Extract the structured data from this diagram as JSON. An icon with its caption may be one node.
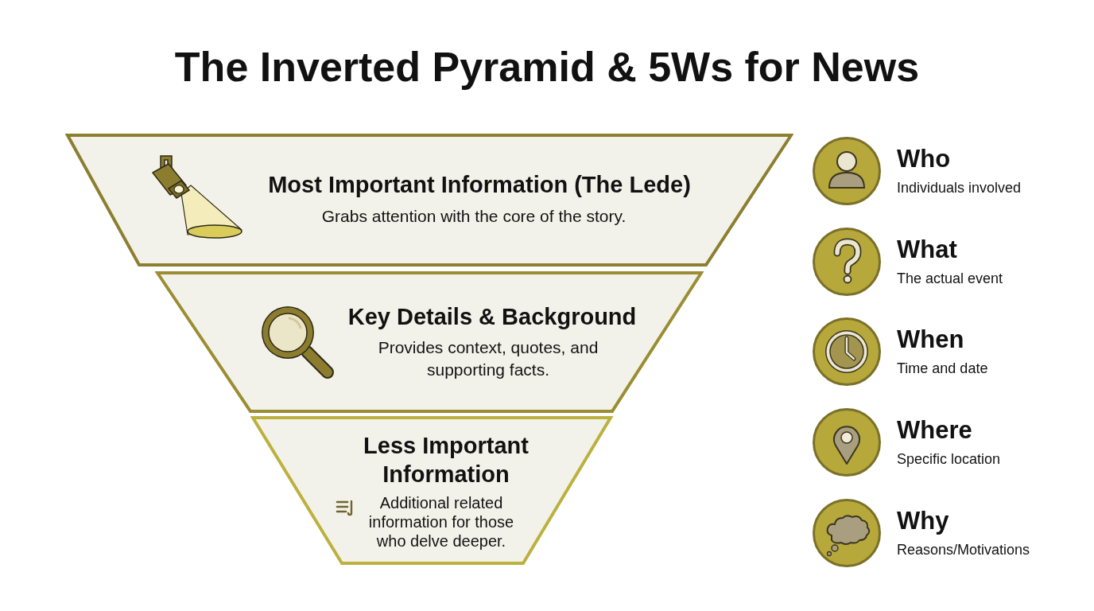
{
  "diagram": {
    "title": "The Inverted Pyramid & 5Ws for News",
    "nodes": [
      {
        "text": [
          "Most Important Information (The Lede)",
          "Grabs attention with the core of the story."
        ]
      },
      {
        "text": [
          "Key Details & Background",
          "Provides context, quotes, and supporting facts."
        ]
      },
      {
        "text": [
          "Less Important Information",
          "Additional related information for those who delve deeper."
        ]
      },
      {
        "text": [
          "Who",
          "Individuals involved"
        ]
      },
      {
        "text": [
          "What",
          "The actual event"
        ]
      },
      {
        "text": [
          "When",
          "Time and date"
        ]
      },
      {
        "text": [
          "Where",
          "Specific location"
        ]
      },
      {
        "text": [
          "Why",
          "Reasons/Motivations"
        ]
      }
    ]
  }
}
